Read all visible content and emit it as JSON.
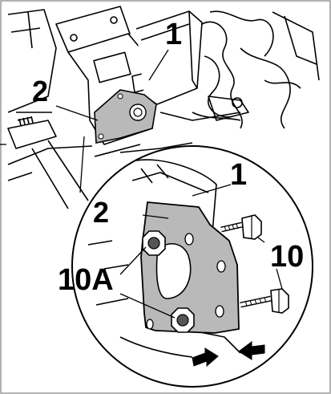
{
  "callouts": {
    "overview_part_1": "1",
    "overview_part_2": "2",
    "detail_part_1": "1",
    "detail_part_2": "2",
    "detail_bolt_10": "10",
    "detail_nut_10a": "10A"
  },
  "icons": [
    "push-arrow-icon",
    "push-arrow-icon"
  ],
  "colors": {
    "line": "#000000",
    "bracket_fill": "#b9b9b9",
    "background": "#ffffff",
    "frame": "#999999"
  }
}
